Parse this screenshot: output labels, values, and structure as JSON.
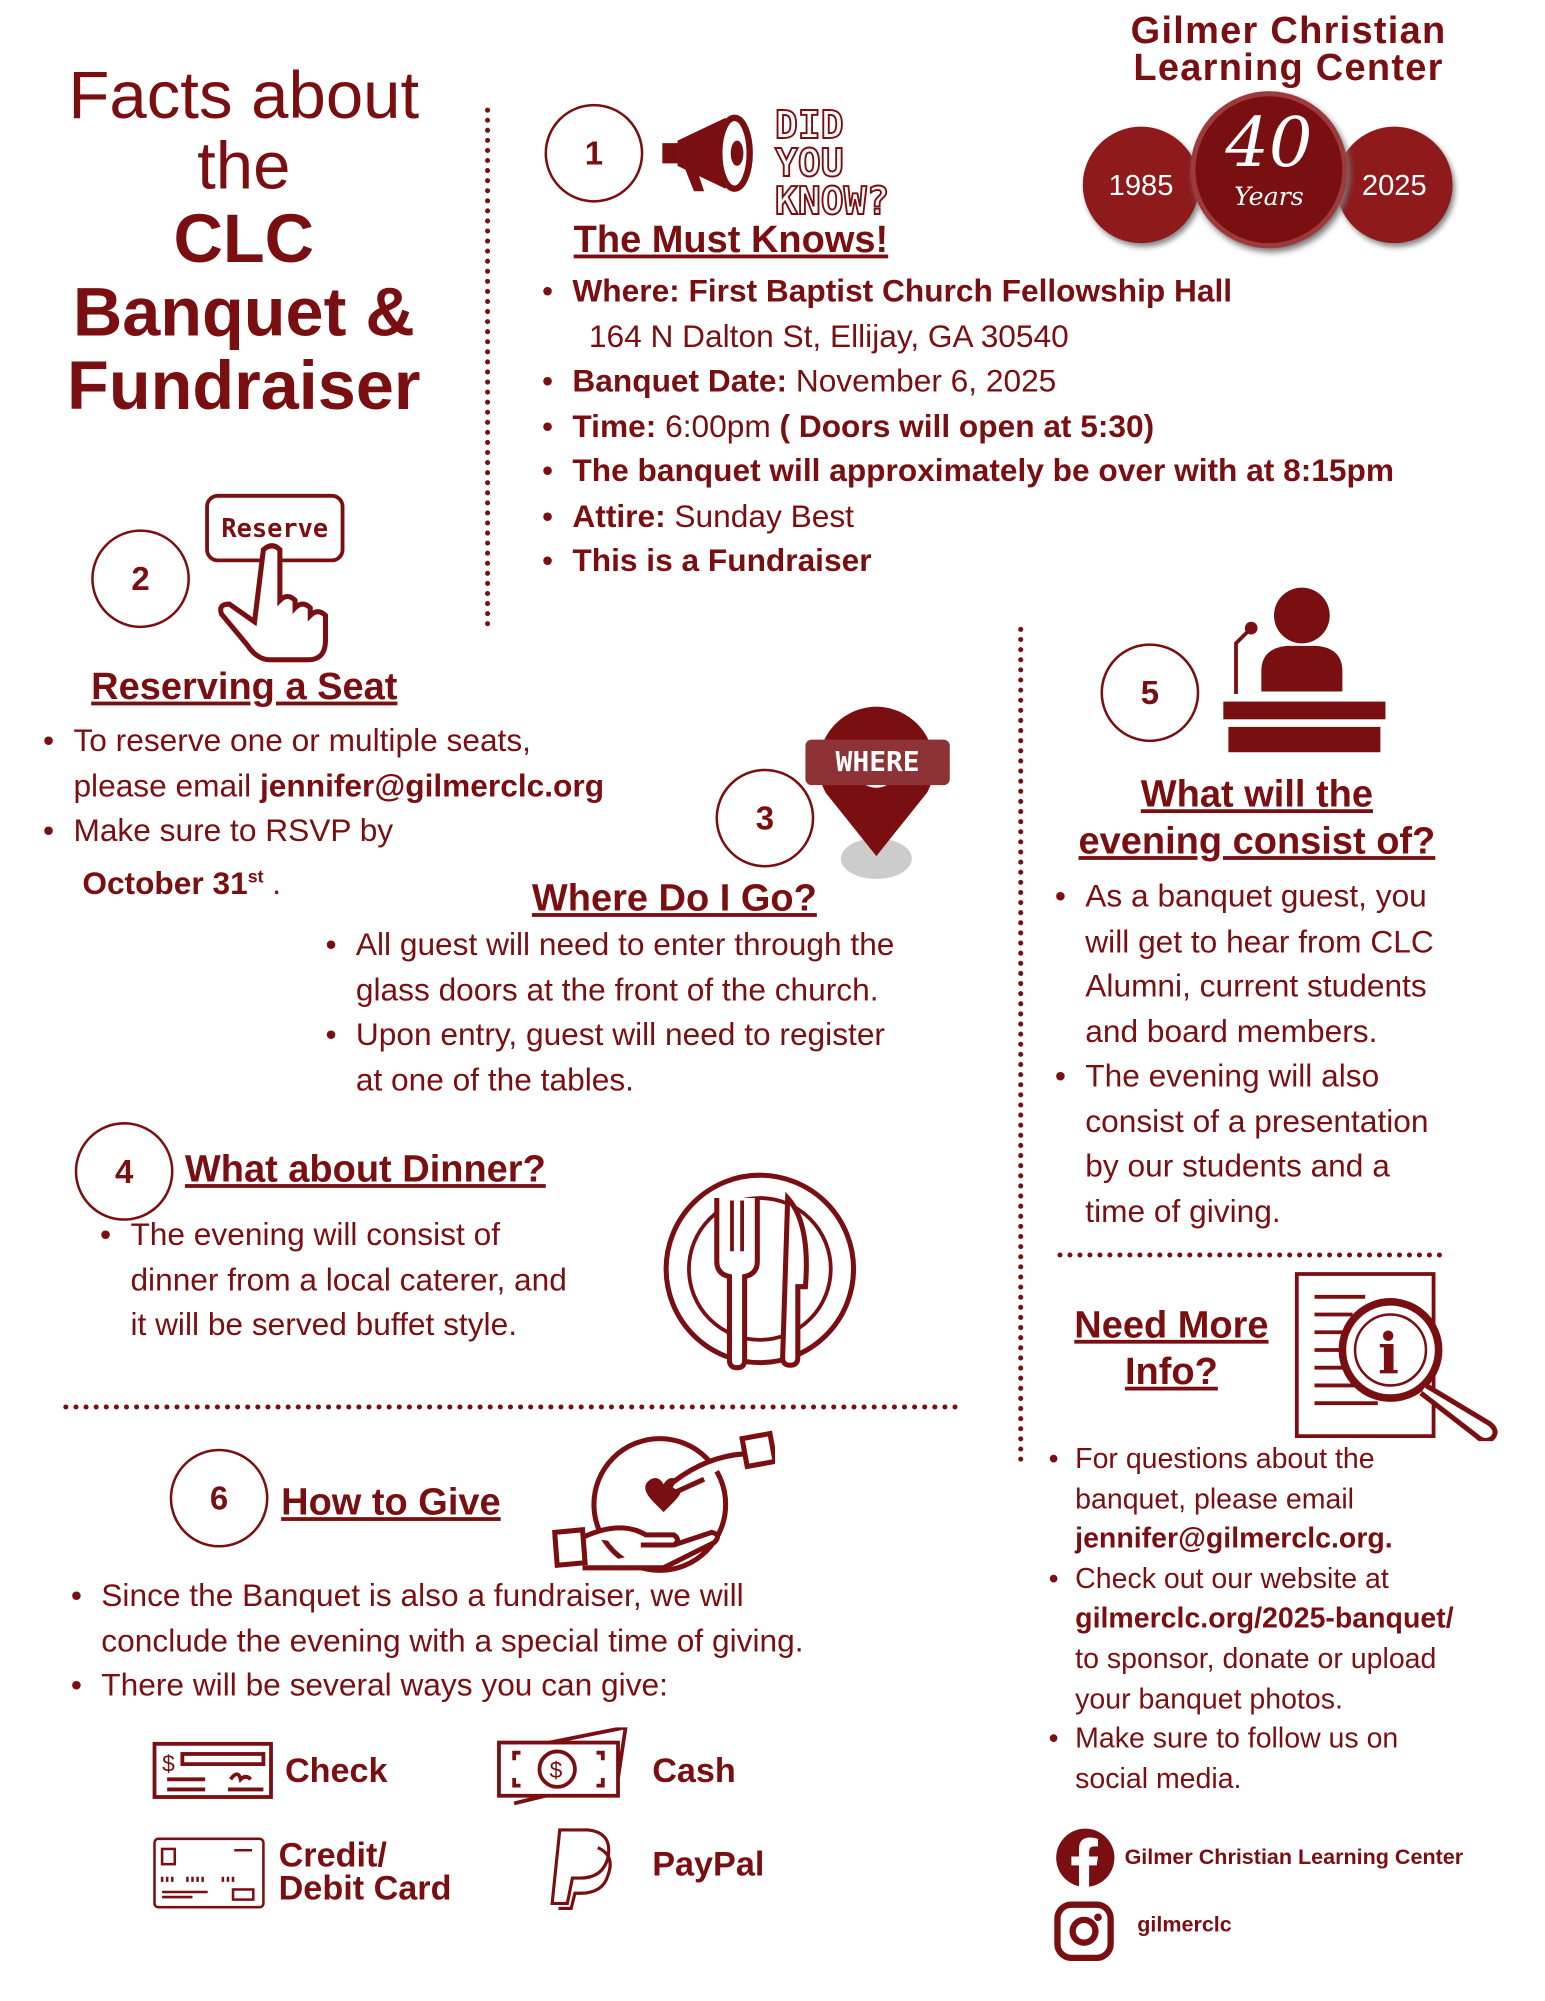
{
  "title": {
    "line1": "Facts about",
    "line2": "the",
    "line3": "CLC",
    "line4": "Banquet &",
    "line5": "Fundraiser"
  },
  "logo": {
    "line1": "Gilmer Christian",
    "line2": "Learning Center",
    "year_start": "1985",
    "year_end": "2025",
    "badge_number": "40",
    "badge_word": "Years"
  },
  "colors": {
    "primary": "#7a0f12",
    "badge": "#8e1a1c"
  },
  "section1": {
    "number": "1",
    "did_you_know": "DID YOU KNOW?",
    "heading": "The Must Knows!",
    "where_label": "Where: First Baptist Church Fellowship Hall",
    "address": "164 N Dalton St, Ellijay, GA 30540",
    "date_label": "Banquet Date:",
    "date_value": " November 6, 2025",
    "time_label": "Time:",
    "time_value": " 6:00pm ",
    "time_note": "( Doors will open at 5:30)",
    "end_time": "The banquet will approximately be over with at 8:15pm",
    "attire_label": "Attire:",
    "attire_value": " Sunday Best",
    "fundraiser": "This is a Fundraiser"
  },
  "section2": {
    "number": "2",
    "button_label": "Reserve",
    "heading": "Reserving a Seat",
    "b1_line1": "To reserve one or multiple seats,",
    "b1_line2": "please email ",
    "email": "jennifer@gilmerclc.org",
    "b2_line1": "Make sure to RSVP by",
    "rsvp_date": "October 31",
    "rsvp_sup": "st",
    "rsvp_end": " ."
  },
  "section3": {
    "number": "3",
    "pin_label": "WHERE",
    "heading": "Where Do I Go?",
    "b1_line1": "All guest will need to enter through the",
    "b1_line2": "glass doors at the front of the church.",
    "b2_line1": "Upon entry, guest will need to register",
    "b2_line2": "at one of the tables."
  },
  "section4": {
    "number": "4",
    "heading": "What about Dinner?",
    "line1": "The evening will consist of",
    "line2": "dinner from a local caterer, and",
    "line3": "it will be served buffet style."
  },
  "section5": {
    "number": "5",
    "heading_line1": "What will the",
    "heading_line2": "evening consist of?",
    "b1": [
      "As a banquet guest, you",
      "will get to hear from CLC",
      "Alumni, current students",
      "and board members."
    ],
    "b2": [
      "The evening will also",
      "consist of a presentation",
      "by our students and a",
      "time of giving."
    ]
  },
  "section6": {
    "number": "6",
    "heading": "How to Give",
    "b1_line1": "Since the Banquet is also a fundraiser, we will",
    "b1_line2": "conclude the evening with a special time of giving.",
    "b2": "There will be several ways you can give:",
    "methods": {
      "check": "Check",
      "cash": "Cash",
      "card_line1": "Credit/",
      "card_line2": "Debit Card",
      "paypal": "PayPal"
    }
  },
  "info": {
    "heading_line1": "Need More",
    "heading_line2": "Info?",
    "b1_line1": "For questions about the",
    "b1_line2": "banquet, please email",
    "b1_email": "jennifer@gilmerclc.org.",
    "b2_line1": "Check out our website at",
    "b2_url": "gilmerclc.org/2025-banquet/",
    "b2_line3": "to sponsor, donate or upload",
    "b2_line4": "your banquet photos.",
    "b3_line1": "Make sure to follow us on",
    "b3_line2": "social media."
  },
  "social": {
    "facebook": "Gilmer Christian Learning Center",
    "instagram": "gilmerclc"
  }
}
